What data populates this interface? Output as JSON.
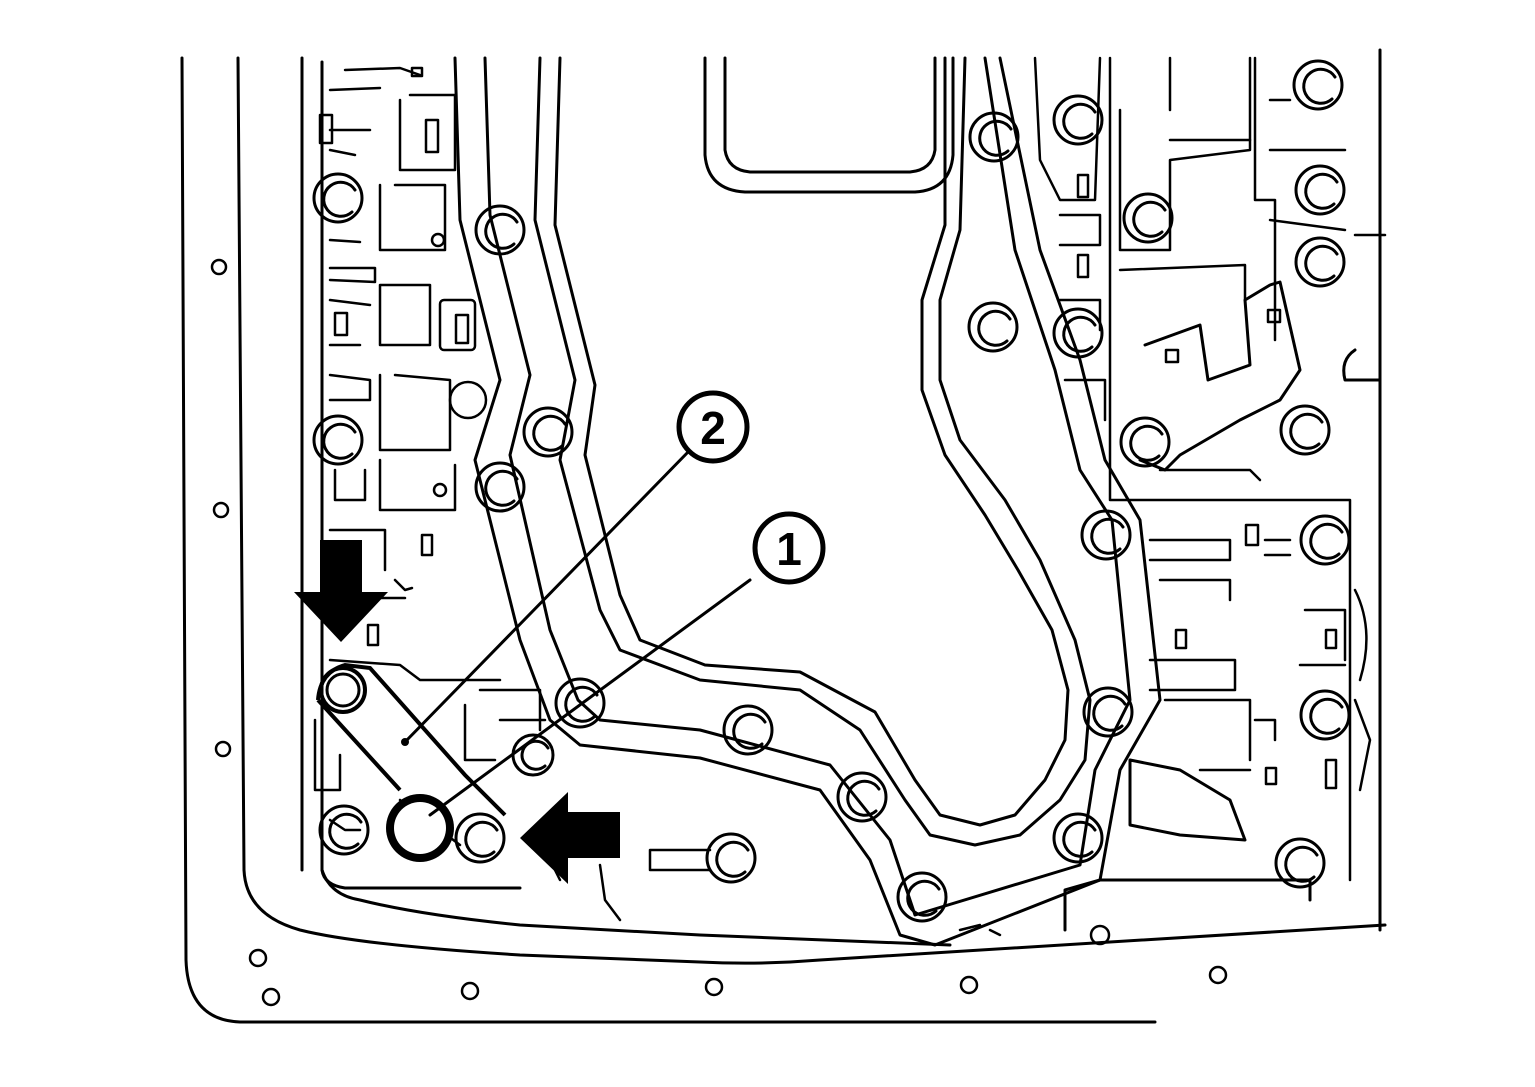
{
  "callouts": [
    {
      "id": "1",
      "label": "1"
    },
    {
      "id": "2",
      "label": "2"
    }
  ],
  "icons": {
    "arrow_down": "arrow-down-icon",
    "arrow_left": "arrow-left-icon"
  }
}
